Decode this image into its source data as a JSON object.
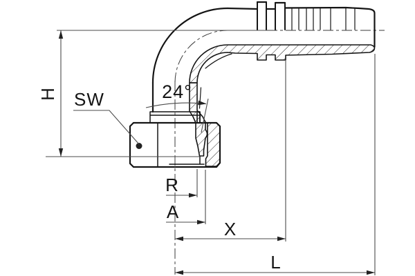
{
  "drawing": {
    "labels": {
      "height": "H",
      "wrench_size": "SW",
      "cone_angle": "24°",
      "r_dim": "R",
      "a_dim": "A",
      "x_dim": "X",
      "l_dim": "L"
    },
    "colors": {
      "background": "#ffffff",
      "outline": "#141414",
      "dimension_line": "#4a4a4a"
    }
  }
}
